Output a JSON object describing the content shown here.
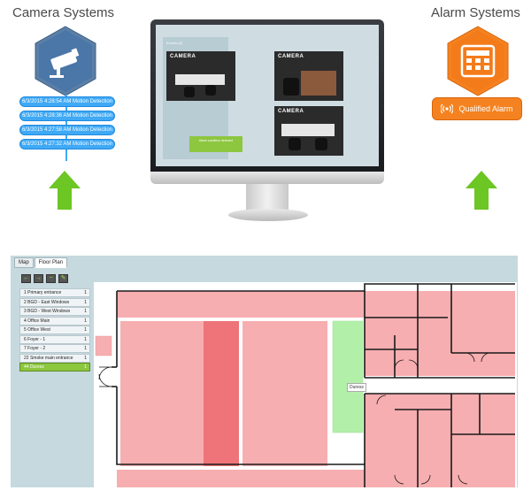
{
  "header": {
    "left_title": "Camera Systems",
    "right_title": "Alarm Systems"
  },
  "camera_events": [
    "6/3/2015 4:28:54 AM Motion Detection",
    "6/3/2015 4:28:36 AM Motion Detection",
    "6/3/2015 4:27:58 AM Motion Detection",
    "6/3/2015 4:27:32 AM Motion Detection"
  ],
  "alarm_badge": "Qualified Alarm",
  "monitor": {
    "cam_logo": "CAMERA",
    "sidebar_label": "Events (2)",
    "note": "Alarm condition detected"
  },
  "floorplan": {
    "tabs": [
      "Map",
      "Floor Plan"
    ],
    "active_tab": "Floor Plan",
    "alarm_list": [
      {
        "name": "1 Primary entrance",
        "count": "1"
      },
      {
        "name": "2 BGD - East Windows",
        "count": "1"
      },
      {
        "name": "3 BGD - West Windows",
        "count": "1"
      },
      {
        "name": "4 Office Main",
        "count": "1"
      },
      {
        "name": "5 Office West",
        "count": "1"
      },
      {
        "name": "6 Foyer - 1",
        "count": "1"
      },
      {
        "name": "7 Foyer - 2",
        "count": "1"
      },
      {
        "name": "22 Smoke main entrance",
        "count": "1"
      },
      {
        "name": "44 Duress",
        "count": "1"
      }
    ],
    "duress_label": "Duress"
  },
  "colors": {
    "camera_blue": "#3fa9f5",
    "alarm_orange": "#f58220",
    "arrow_green": "#6cc623",
    "zone_pink": "#f7aeb0",
    "zone_red": "#ee7479",
    "zone_green": "#b2f0a9"
  }
}
